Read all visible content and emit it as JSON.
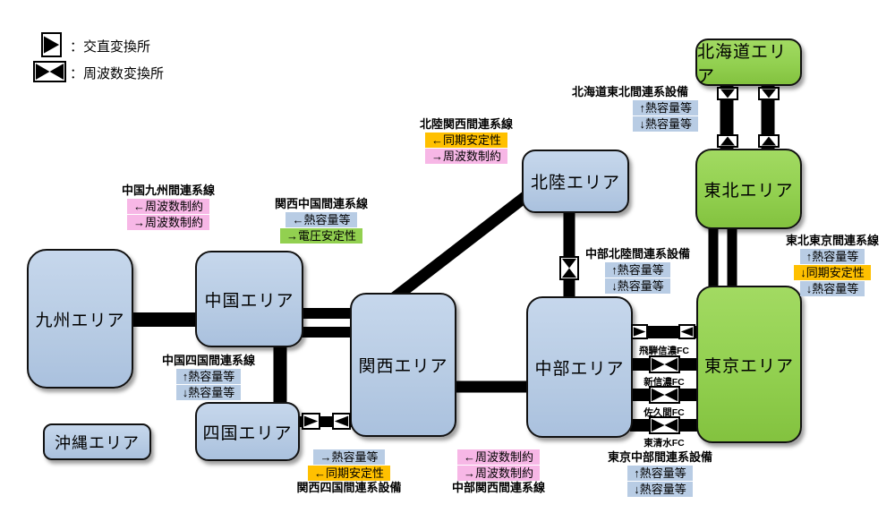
{
  "legend": {
    "items": [
      {
        "icon": "acdc-converter-icon",
        "label": "：交直変換所"
      },
      {
        "icon": "frequency-converter-icon",
        "label": "：周波数変換所"
      }
    ]
  },
  "areas": {
    "hokkaido": {
      "label": "北海道エリア",
      "color": "green"
    },
    "tohoku": {
      "label": "東北エリア",
      "color": "green"
    },
    "tokyo": {
      "label": "東京エリア",
      "color": "green"
    },
    "hokuriku": {
      "label": "北陸エリア",
      "color": "blue"
    },
    "chubu": {
      "label": "中部エリア",
      "color": "blue"
    },
    "kansai": {
      "label": "関西エリア",
      "color": "blue"
    },
    "chugoku": {
      "label": "中国エリア",
      "color": "blue"
    },
    "shikoku": {
      "label": "四国エリア",
      "color": "blue"
    },
    "kyushu": {
      "label": "九州エリア",
      "color": "blue"
    },
    "okinawa": {
      "label": "沖縄エリア",
      "color": "blue"
    }
  },
  "callouts": {
    "hokkaido_tohoku": {
      "title": "北海道東北間連系設備",
      "rows": [
        {
          "text": "↑熱容量等",
          "tag": "blue"
        },
        {
          "text": "↓熱容量等",
          "tag": "blue"
        }
      ]
    },
    "tohoku_tokyo": {
      "title": "東北東京間連系線",
      "rows": [
        {
          "text": "↑熱容量等",
          "tag": "blue"
        },
        {
          "text": "↓同期安定性",
          "tag": "orange"
        },
        {
          "text": "↓熱容量等",
          "tag": "blue"
        }
      ]
    },
    "hokuriku_kansai": {
      "title": "北陸関西間連系線",
      "rows": [
        {
          "text": "←同期安定性",
          "tag": "orange"
        },
        {
          "text": "→周波数制約",
          "tag": "pink"
        }
      ]
    },
    "kansai_chugoku": {
      "title": "関西中国間連系線",
      "rows": [
        {
          "text": "←熱容量等",
          "tag": "blue"
        },
        {
          "text": "→電圧安定性",
          "tag": "green"
        }
      ]
    },
    "chugoku_kyushu": {
      "title": "中国九州間連系線",
      "rows": [
        {
          "text": "←周波数制約",
          "tag": "pink"
        },
        {
          "text": "→周波数制約",
          "tag": "pink"
        }
      ]
    },
    "chubu_hokuriku": {
      "title": "中部北陸間連系設備",
      "rows": [
        {
          "text": "↑熱容量等",
          "tag": "blue"
        },
        {
          "text": "↓熱容量等",
          "tag": "blue"
        }
      ]
    },
    "chugoku_shikoku": {
      "title": "中国四国間連系線",
      "rows": [
        {
          "text": "↑熱容量等",
          "tag": "blue"
        },
        {
          "text": "↓熱容量等",
          "tag": "blue"
        }
      ]
    },
    "kansai_shikoku": {
      "title": "関西四国間連系設備",
      "rows": [
        {
          "text": "→熱容量等",
          "tag": "blue"
        },
        {
          "text": "←同期安定性",
          "tag": "orange"
        }
      ]
    },
    "chubu_kansai": {
      "title": "中部関西間連系線",
      "rows": [
        {
          "text": "←周波数制約",
          "tag": "pink"
        },
        {
          "text": "→周波数制約",
          "tag": "pink"
        }
      ]
    },
    "tokyo_chubu": {
      "title": "東京中部間連系設備",
      "rows": [
        {
          "text": "↑熱容量等",
          "tag": "blue"
        },
        {
          "text": "↓熱容量等",
          "tag": "blue"
        }
      ]
    }
  },
  "fc_stations": [
    "飛騨信濃FC",
    "新信濃FC",
    "佐久間FC",
    "東清水FC"
  ],
  "colors": {
    "area_green": "#92d050",
    "area_blue": "#b8cce4",
    "tag_blue": "#b8cce4",
    "tag_pink": "#f7b7e6",
    "tag_orange": "#ffc000",
    "tag_green": "#92d050",
    "line_black": "#000000"
  }
}
